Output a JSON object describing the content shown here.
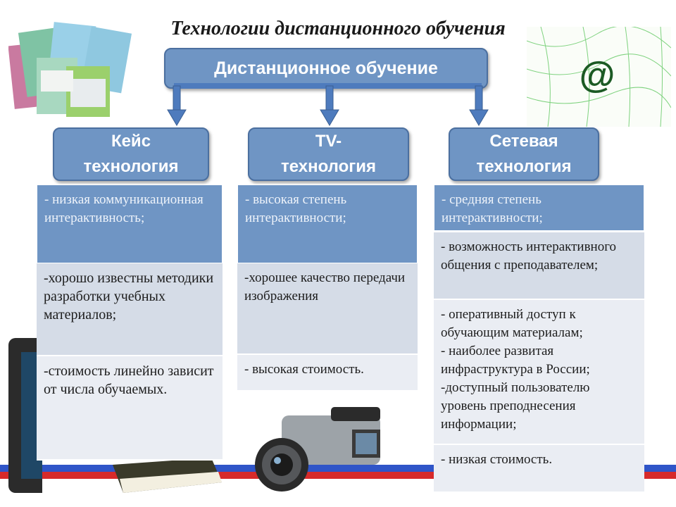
{
  "title": "Технологии дистанционного обучения",
  "main_box": "Дистанционное обучение",
  "columns": [
    {
      "header": "Кейс\nтехнология",
      "cells": [
        "- низкая коммуникационная интерактивность;",
        "-хорошо известны методики разработки учебных материалов;",
        "-стоимость линейно зависит от числа обучаемых."
      ]
    },
    {
      "header": "TV-\nтехнология",
      "cells": [
        "- высокая степень интерактивности;",
        "-хорошее качество передачи изображения",
        "- высокая стоимость."
      ]
    },
    {
      "header": "Сетевая\nтехнология",
      "cells": [
        "- средняя степень интерактивности;",
        "- возможность интерактивного общения с преподавателем;",
        "- оперативный доступ к обучающим материалам;\n- наиболее развитая инфраструктура в России;\n-доступный пользователю уровень преподнесения информации;",
        "- низкая стоимость."
      ]
    }
  ],
  "icons": {
    "at_sign": "@"
  },
  "colors": {
    "box_fill": "#6f95c4",
    "box_border": "#4b6f9f",
    "cell_grey": "#d5dce7",
    "cell_light": "#eaedf3",
    "arrow": "#4e7bbd"
  }
}
